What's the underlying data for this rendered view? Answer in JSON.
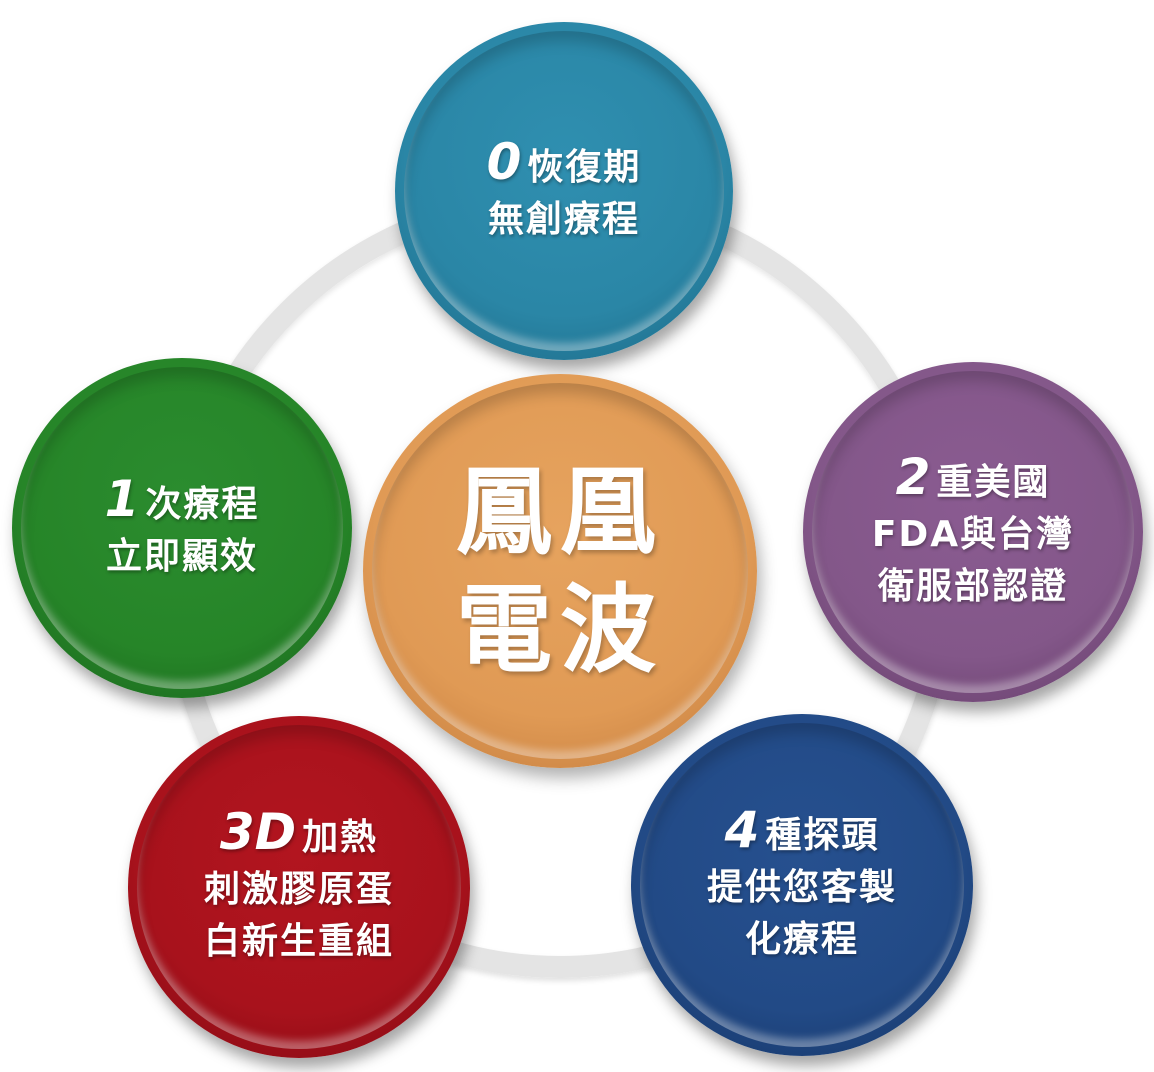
{
  "center": {
    "line1": "鳳凰",
    "line2": "電波"
  },
  "nodes": {
    "top": {
      "num": "0",
      "line1": "恢復期",
      "line2": "無創療程",
      "color": "#2a86a6"
    },
    "left": {
      "num": "1",
      "line1": "次療程",
      "line2": "立即顯效",
      "color": "#268528"
    },
    "right": {
      "num": "2",
      "line1": "重美國",
      "line2": "FDA與台灣",
      "line3": "衛服部認證",
      "color": "#835789"
    },
    "bottom_left": {
      "num": "3D",
      "line1": "加熱",
      "line2": "刺激膠原蛋",
      "line3": "白新生重組",
      "color": "#a8121c"
    },
    "bottom_right": {
      "num": "4",
      "line1": "種探頭",
      "line2": "提供您客製",
      "line3": "化療程",
      "color": "#224a86"
    }
  },
  "center_color": "#e09a55",
  "ring_color": "#e4e4e4"
}
